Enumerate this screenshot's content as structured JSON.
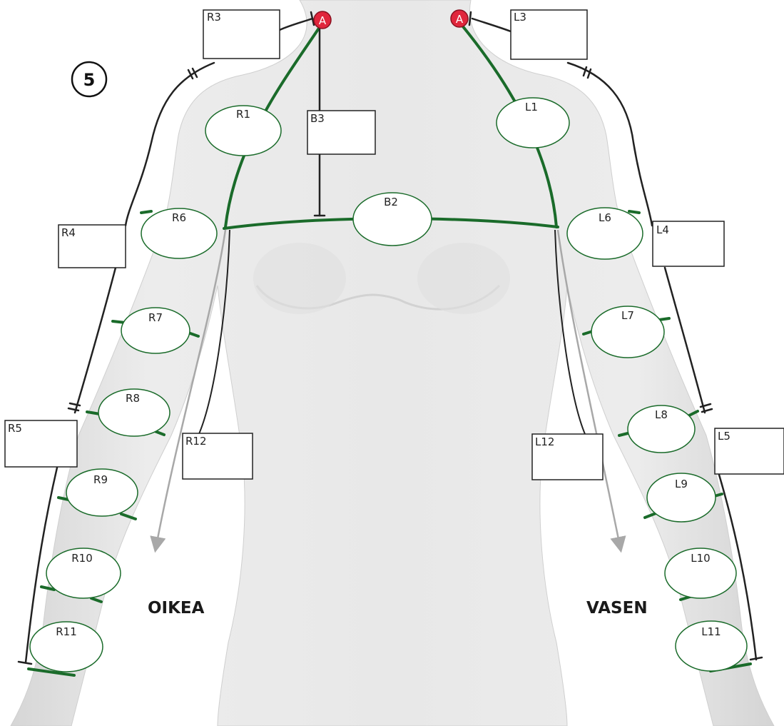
{
  "step_number": "5",
  "side_labels": {
    "right": "OIKEA",
    "left": "VASEN"
  },
  "anchor_letter": "A",
  "colors": {
    "green": "#1a6b2a",
    "line": "#222222",
    "arrow": "#a8a8a8",
    "anchor": "#e0263c",
    "body": "#e4e4e4"
  },
  "ellipses": {
    "R1": "R1",
    "R6": "R6",
    "R7": "R7",
    "R8": "R8",
    "R9": "R9",
    "R10": "R10",
    "R11": "R11",
    "B2": "B2",
    "L1": "L1",
    "L6": "L6",
    "L7": "L7",
    "L8": "L8",
    "L9": "L9",
    "L10": "L10",
    "L11": "L11"
  },
  "boxes": {
    "R3": "R3",
    "R4": "R4",
    "R5": "R5",
    "R12": "R12",
    "B3": "B3",
    "L3": "L3",
    "L4": "L4",
    "L5": "L5",
    "L12": "L12"
  }
}
